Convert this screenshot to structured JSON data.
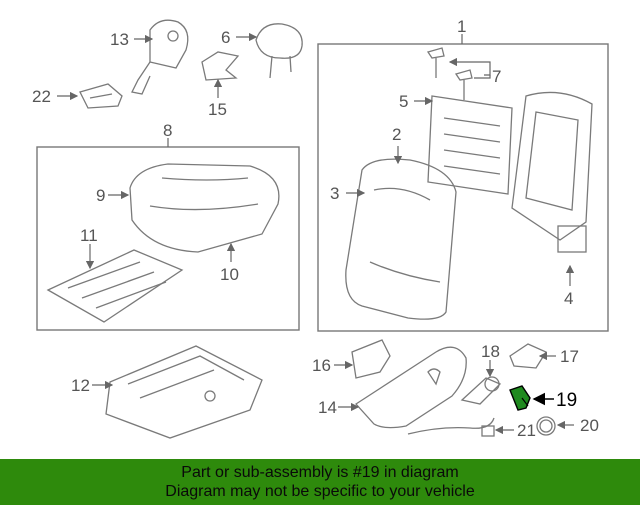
{
  "callouts": {
    "c1": "1",
    "c2": "2",
    "c3": "3",
    "c4": "4",
    "c5": "5",
    "c6": "6",
    "c7": "7",
    "c8": "8",
    "c9": "9",
    "c10": "10",
    "c11": "11",
    "c12": "12",
    "c13": "13",
    "c14": "14",
    "c15": "15",
    "c16": "16",
    "c17": "17",
    "c18": "18",
    "c19": "19",
    "c20": "20",
    "c21": "21",
    "c22": "22"
  },
  "highlighted_part": "19",
  "colors": {
    "banner_bg": "#2e8a0c",
    "part_line": "#7a7a7a",
    "highlight": "#1f8a1f"
  },
  "banner": {
    "line1": "Part or sub-assembly is #19 in diagram",
    "line2": "Diagram may not be specific to your vehicle"
  }
}
